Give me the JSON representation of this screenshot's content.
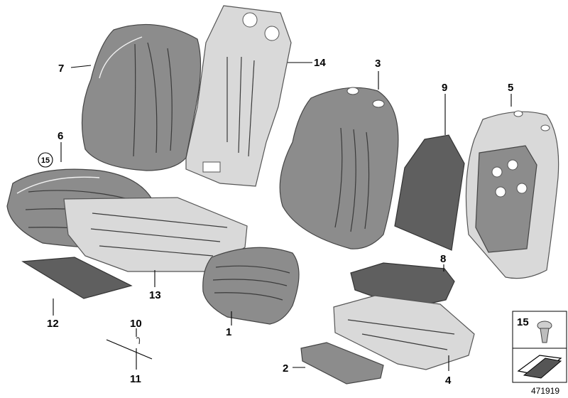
{
  "callouts": [
    {
      "id": "c1",
      "label": "1",
      "part": "seat-cushion-cover"
    },
    {
      "id": "c2",
      "label": "2",
      "part": "thigh-support-pad"
    },
    {
      "id": "c3",
      "label": "3",
      "part": "backrest-foam-pad"
    },
    {
      "id": "c4",
      "label": "4",
      "part": "seat-foam-pad"
    },
    {
      "id": "c5",
      "label": "5",
      "part": "backrest-frame-panel"
    },
    {
      "id": "c6",
      "label": "6",
      "part": "seat-cover-assembly"
    },
    {
      "id": "c7",
      "label": "7",
      "part": "backrest-cover"
    },
    {
      "id": "c8",
      "label": "8",
      "part": "seat-insulating-mat"
    },
    {
      "id": "c9",
      "label": "9",
      "part": "backrest-insulating-mat"
    },
    {
      "id": "c10",
      "label": "10",
      "part": "clip"
    },
    {
      "id": "c11",
      "label": "11",
      "part": "wire"
    },
    {
      "id": "c12",
      "label": "12",
      "part": "pad"
    },
    {
      "id": "c13",
      "label": "13",
      "part": "seat-heating-element"
    },
    {
      "id": "c14",
      "label": "14",
      "part": "backrest-heating-element"
    }
  ],
  "circled_callout": {
    "label": "15"
  },
  "legend_box": {
    "label": "15",
    "icon": "push-rivet-icon",
    "arrow_icon": "arrow-icon"
  },
  "document_id": "471919"
}
